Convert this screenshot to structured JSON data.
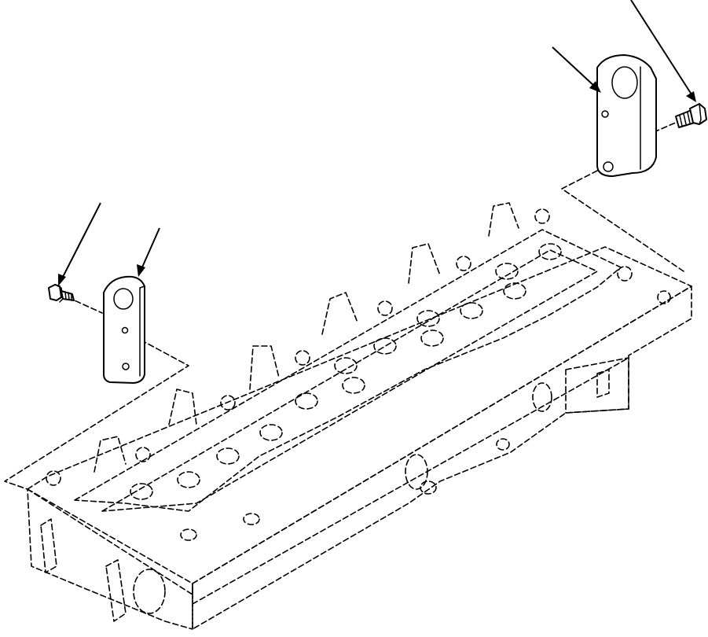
{
  "diagram": {
    "type": "exploded-parts-drawing",
    "parts": [
      {
        "name": "cylinder-head",
        "style": "dashed-hidden-outline"
      },
      {
        "name": "front-lifting-bracket",
        "style": "solid-outline"
      },
      {
        "name": "front-bracket-bolt",
        "style": "solid-outline"
      },
      {
        "name": "rear-lifting-bracket",
        "style": "solid-outline"
      },
      {
        "name": "rear-bracket-bolt",
        "style": "solid-outline"
      }
    ],
    "leader_count": 4,
    "colors": {
      "line": "#000000",
      "background": "#ffffff"
    }
  }
}
